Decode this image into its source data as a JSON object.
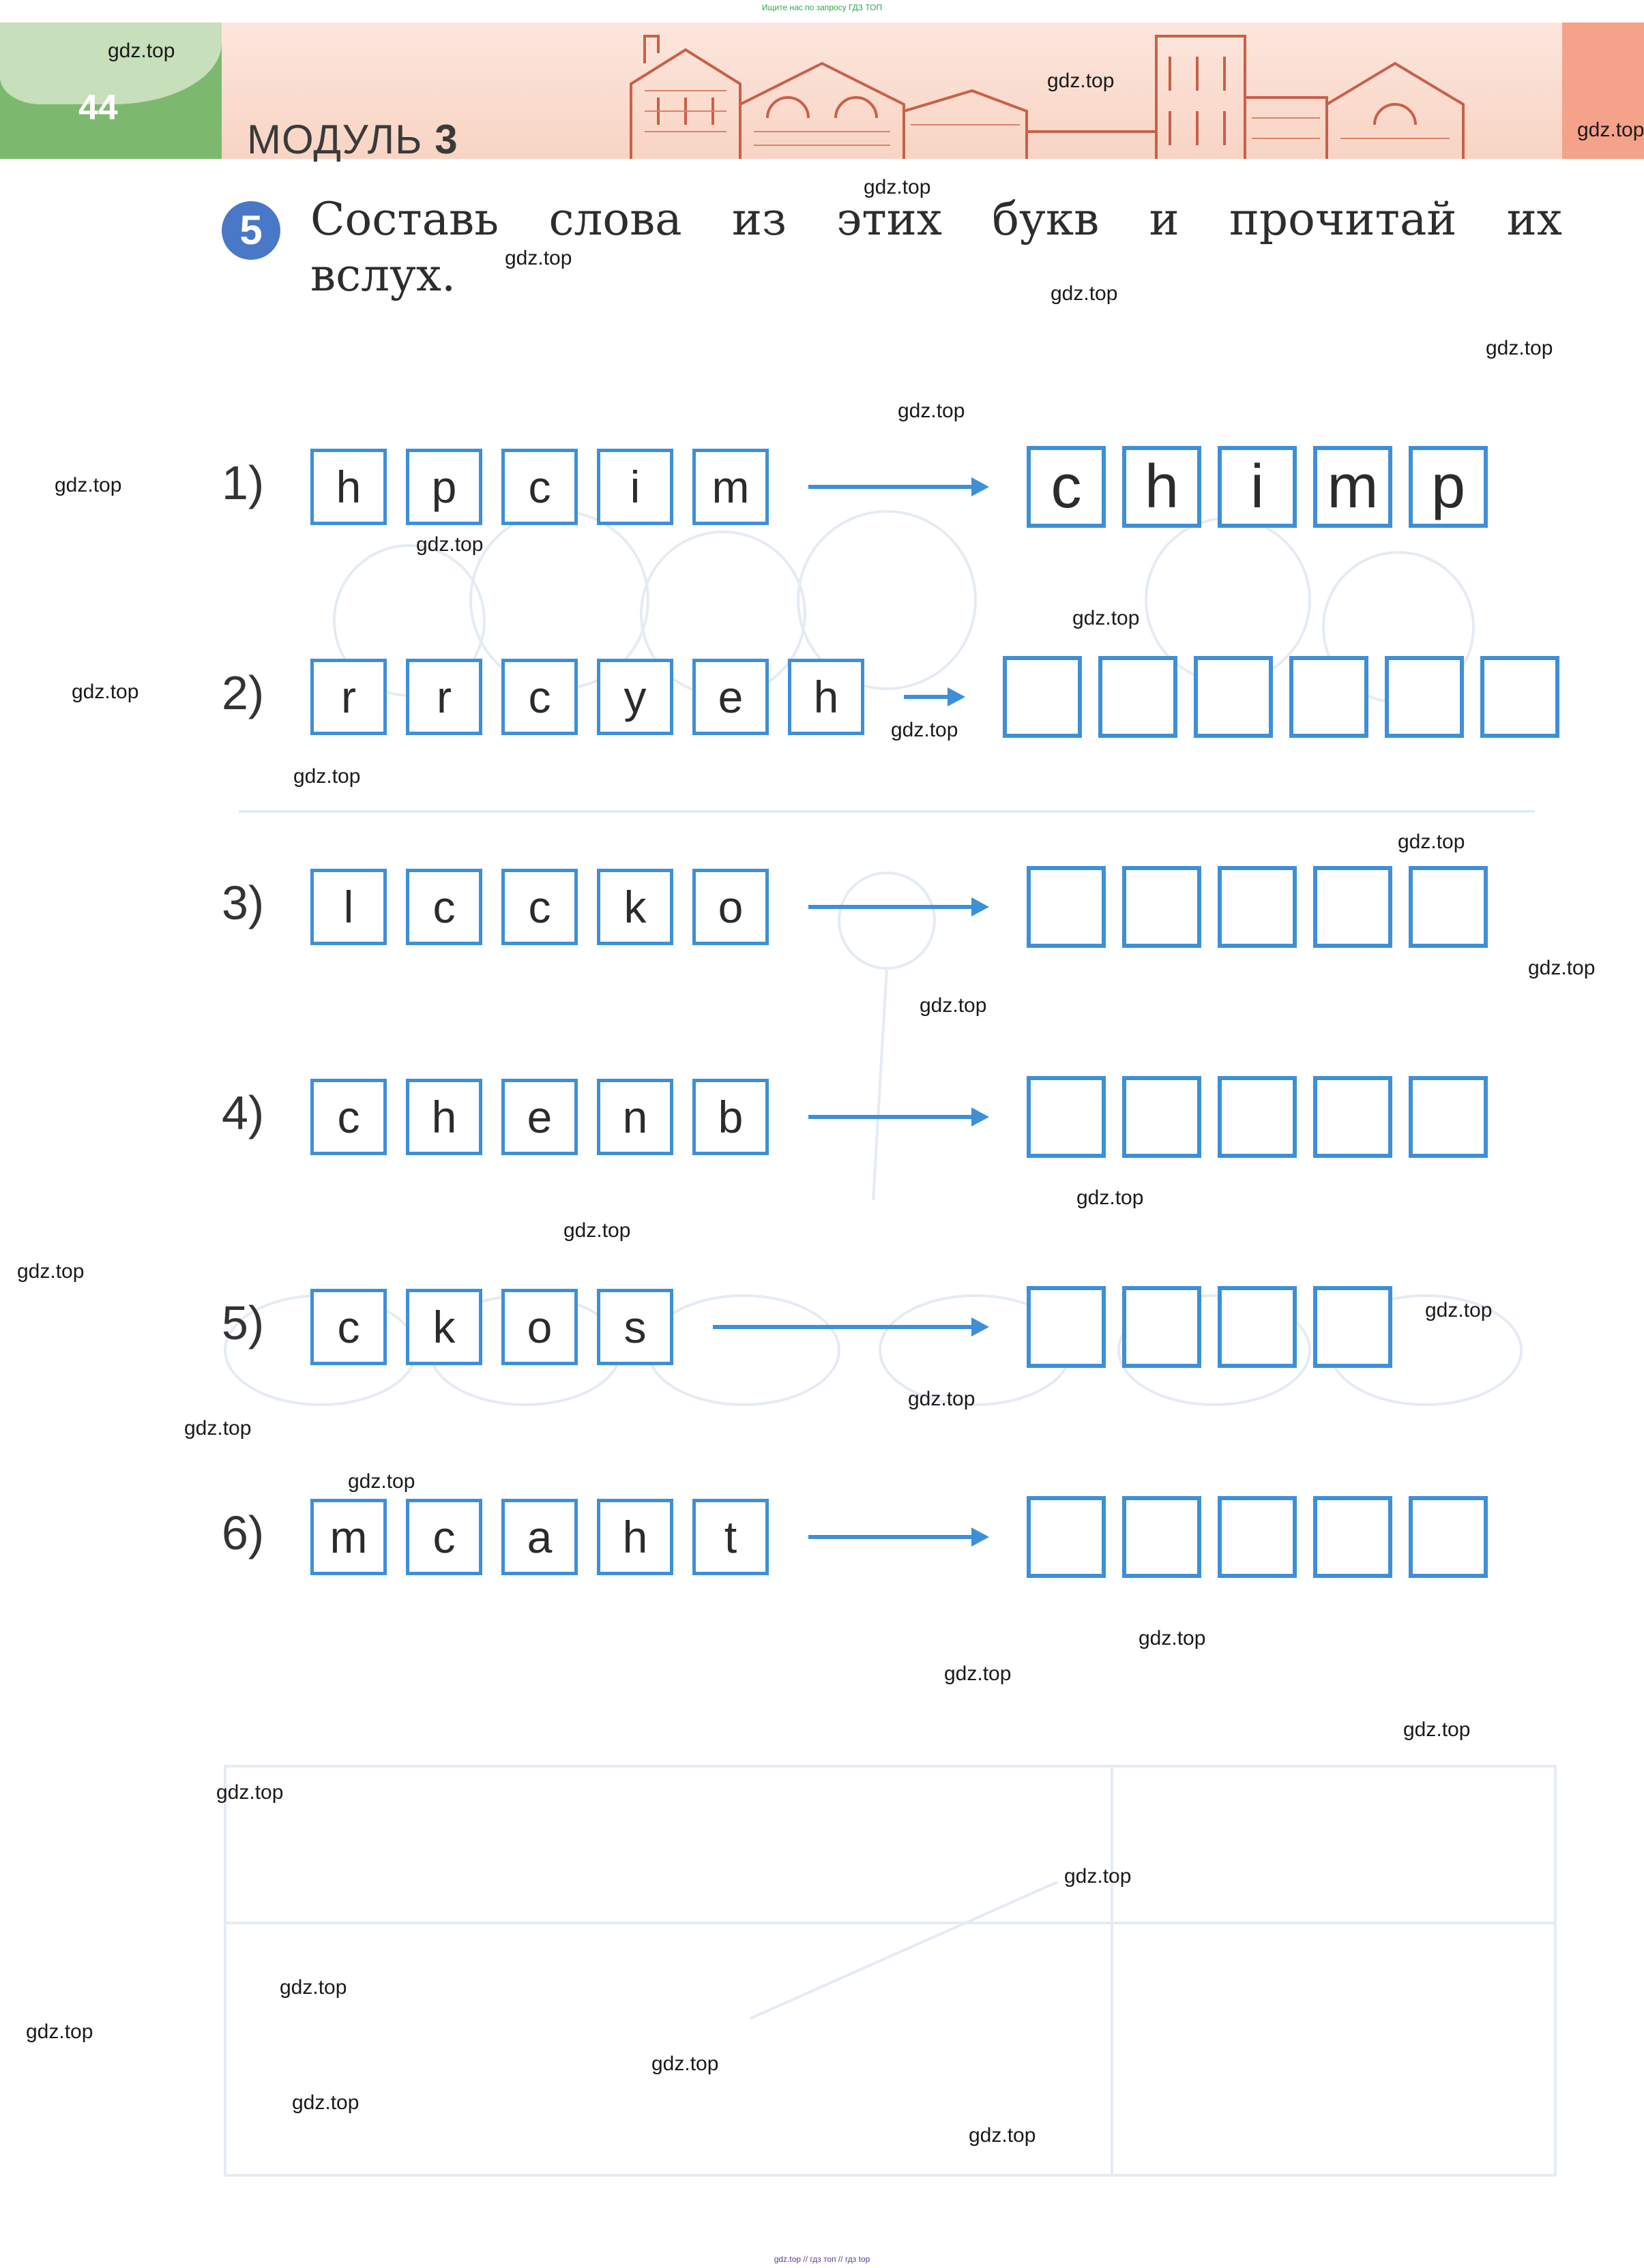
{
  "header": {
    "top_note": "Ищите нас по запросу ГДЗ ТОП",
    "page_number": "44",
    "module_word": "МОДУЛЬ",
    "module_number": "3"
  },
  "task": {
    "number": "5",
    "line1_words": [
      "Составь",
      "слова",
      "из",
      "этих",
      "букв",
      "и",
      "прочитай",
      "их"
    ],
    "line2": "вслух."
  },
  "rows": [
    {
      "label": "1)",
      "letters": [
        "h",
        "p",
        "c",
        "i",
        "m"
      ],
      "answer": [
        "c",
        "h",
        "i",
        "m",
        "p"
      ]
    },
    {
      "label": "2)",
      "letters": [
        "r",
        "r",
        "c",
        "y",
        "e",
        "h"
      ],
      "answer": [
        "",
        "",
        "",
        "",
        "",
        ""
      ]
    },
    {
      "label": "3)",
      "letters": [
        "l",
        "c",
        "c",
        "k",
        "o"
      ],
      "answer": [
        "",
        "",
        "",
        "",
        ""
      ]
    },
    {
      "label": "4)",
      "letters": [
        "c",
        "h",
        "e",
        "n",
        "b"
      ],
      "answer": [
        "",
        "",
        "",
        "",
        ""
      ]
    },
    {
      "label": "5)",
      "letters": [
        "c",
        "k",
        "o",
        "s"
      ],
      "answer": [
        "",
        "",
        "",
        ""
      ]
    },
    {
      "label": "6)",
      "letters": [
        "m",
        "c",
        "a",
        "h",
        "t"
      ],
      "answer": [
        "",
        "",
        "",
        "",
        ""
      ]
    }
  ],
  "watermarks": [
    "gdz.top",
    "gdz.top",
    "gdz.top",
    "gdz.top",
    "gdz.top",
    "gdz.top",
    "gdz.top",
    "gdz.top",
    "gdz.top",
    "gdz.top",
    "gdz.top",
    "gdz.top",
    "gdz.top",
    "gdz.top",
    "gdz.top",
    "gdz.top",
    "gdz.top",
    "gdz.top",
    "gdz.top",
    "gdz.top",
    "gdz.top",
    "gdz.top",
    "gdz.top",
    "gdz.top",
    "gdz.top",
    "gdz.top",
    "gdz.top",
    "gdz.top",
    "gdz.top",
    "gdz.top",
    "gdz.top",
    "gdz.top",
    "gdz.top",
    "gdz.top"
  ],
  "footer_note": "gdz.top // гдз топ // гдз top",
  "colors": {
    "box_border": "#3d8fd8",
    "badge": "#4a78c8",
    "tab_green": "#7cb96e",
    "banner": "#f8d4c4",
    "corner_tab": "#f4a28a"
  }
}
